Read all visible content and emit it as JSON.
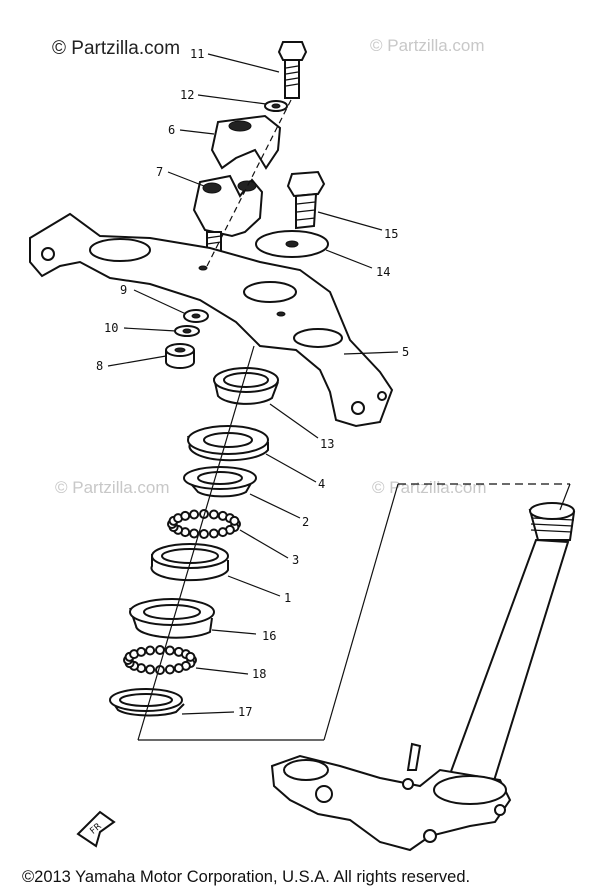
{
  "watermarks": {
    "main": "© Partzilla.com",
    "faint": "© Partzilla.com"
  },
  "labels": {
    "p1": "1",
    "p2": "2",
    "p3": "3",
    "p4": "4",
    "p5": "5",
    "p6": "6",
    "p7": "7",
    "p8": "8",
    "p9": "9",
    "p10": "10",
    "p11": "11",
    "p12": "12",
    "p13": "13",
    "p14": "14",
    "p15": "15",
    "p16": "16",
    "p17": "17",
    "p18": "18"
  },
  "fr_mark": "FR",
  "copyright": "©2013  Yamaha Motor Corporation, U.S.A. All rights reserved."
}
